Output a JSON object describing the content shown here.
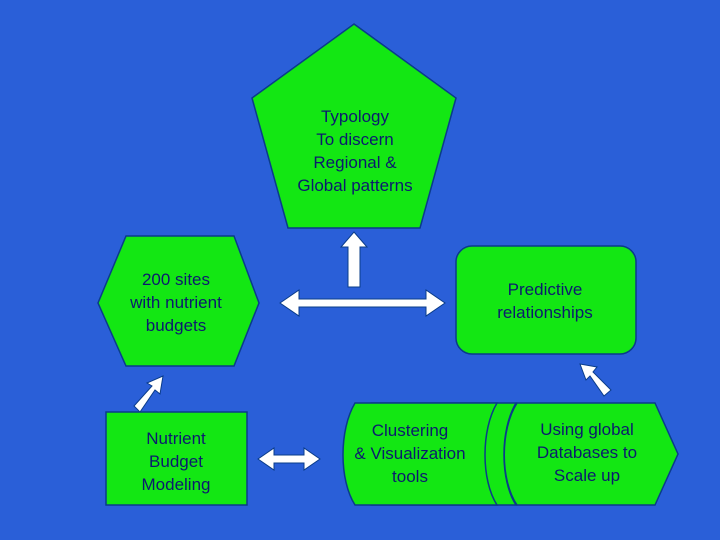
{
  "diagram": {
    "background_color": "#2a5fd8",
    "shape_fill": "#13e713",
    "shape_stroke": "#0a3c8a",
    "arrow_color": "#ffffff",
    "nodes": {
      "typology": {
        "label": "Typology\nTo discern\nRegional &\nGlobal patterns"
      },
      "sites": {
        "label": "200 sites\nwith nutrient\nbudgets"
      },
      "predictive": {
        "label": "Predictive\nrelationships"
      },
      "modeling": {
        "label": "Nutrient\nBudget\nModeling"
      },
      "clustering": {
        "label": "Clustering\n& Visualization\ntools"
      },
      "global_db": {
        "label": "Using global\nDatabases to\nScale up"
      }
    }
  }
}
